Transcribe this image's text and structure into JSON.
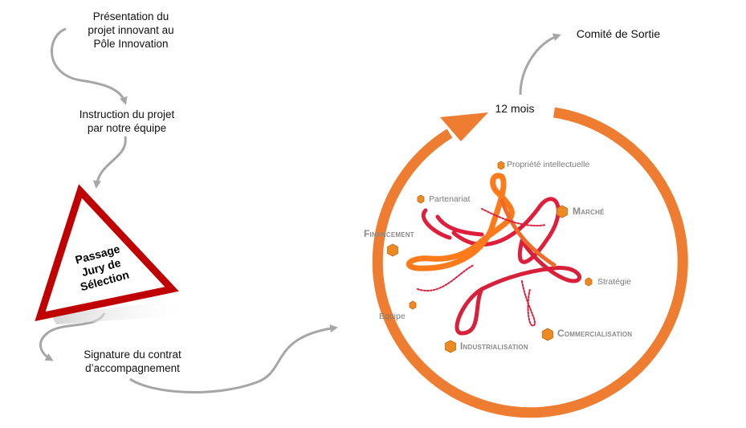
{
  "process": {
    "step1": "Présentation du\nprojet innovant au\nPôle Innovation",
    "step2": "Instruction du projet\npar notre équipe",
    "jury": "Passage\nJury de\nSélection",
    "step4": "Signature du contrat\nd’accompagnement"
  },
  "cycle": {
    "duration": "12 mois",
    "exit": "Comité de Sortie"
  },
  "axes": {
    "propriete": "Propriété intellectuelle",
    "partenariat": "Partenariat",
    "marche": "Marché",
    "financement": "Financement",
    "strategie": "Stratégie",
    "equipe": "Equipe",
    "commercialisation": "Commercialisation",
    "industrialisation": "Industrialisation"
  },
  "colors": {
    "orange": "#ee7d31",
    "red": "#e01e3c",
    "dark_red": "#c00000",
    "arrow_gray": "#a6a6a6"
  }
}
